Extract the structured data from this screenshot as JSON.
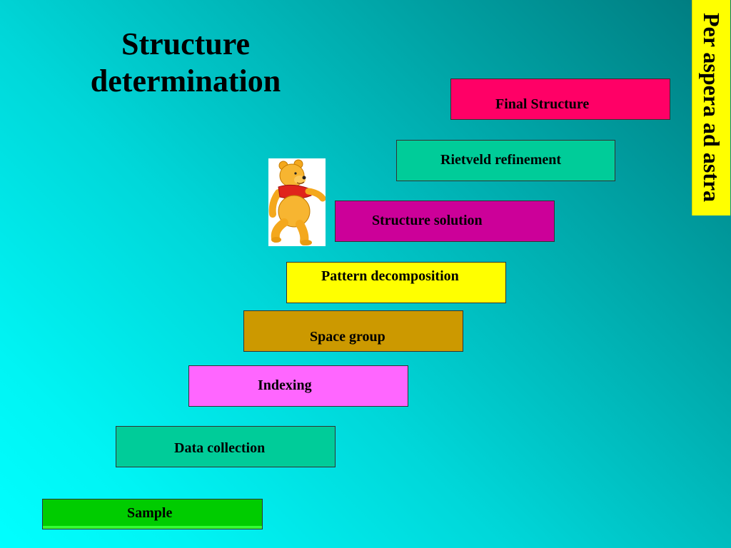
{
  "title": {
    "line1": "Structure",
    "line2": "determination"
  },
  "motto": "Per aspera ad astra",
  "steps": [
    {
      "label": "Final Structure",
      "color": "#ff0066"
    },
    {
      "label": "Rietveld refinement",
      "color": "#00cc99"
    },
    {
      "label": "Structure solution",
      "color": "#cc0099"
    },
    {
      "label": "Pattern decomposition",
      "color": "#ffff00"
    },
    {
      "label": "Space group",
      "color": "#cc9900"
    },
    {
      "label": "Indexing",
      "color": "#ff66ff"
    },
    {
      "label": "Data collection",
      "color": "#00cc99"
    },
    {
      "label": "Sample",
      "color": "#00cc00"
    }
  ],
  "illustration": "bear-illustration"
}
